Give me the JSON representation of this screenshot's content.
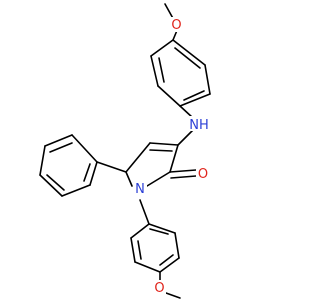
{
  "molecule": {
    "atoms": {
      "methoxy_o_top": {
        "label": "O",
        "color": "#e0241b"
      },
      "amine_nh": {
        "label": "NH",
        "color": "#2b3fd6"
      },
      "ring_n": {
        "label": "N",
        "color": "#2b3fd6"
      },
      "carbonyl_o": {
        "label": "O",
        "color": "#e0241b"
      },
      "methoxy_o_bottom": {
        "label": "O",
        "color": "#e0241b"
      }
    }
  }
}
